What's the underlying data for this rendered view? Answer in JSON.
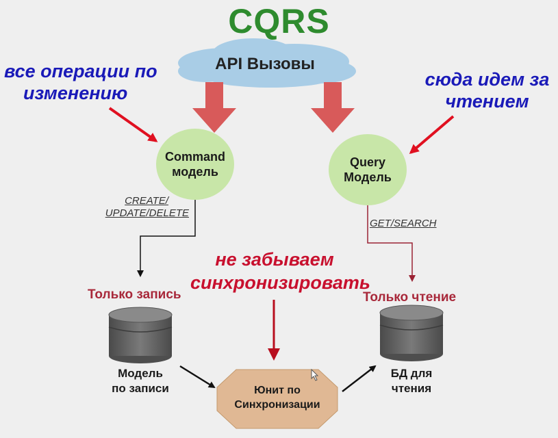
{
  "title": "CQRS",
  "api_cloud": "API Вызовы",
  "left_note": [
    "все операции по",
    "изменению"
  ],
  "right_note": [
    "сюда идем за",
    "чтением"
  ],
  "command_node": [
    "Command",
    "модель"
  ],
  "query_node": [
    "Query",
    "Модель"
  ],
  "command_ops": [
    "CREATE/",
    "UPDATE/DELETE"
  ],
  "query_ops": "GET/SEARCH",
  "sync_note": [
    "не забываем",
    "синхронизировать"
  ],
  "write_db": {
    "caption": "Только запись",
    "label": [
      "Модель",
      "по записи"
    ]
  },
  "read_db": {
    "caption": "Только чтение",
    "label": [
      "БД для",
      "чтения"
    ]
  },
  "sync_unit": [
    "Юнит по",
    "Синхронизации"
  ],
  "colors": {
    "title": "#2e8b2e",
    "cloud": "#a9cde6",
    "big_arrow": "#d85a5a",
    "node_fill": "#c8e6a8",
    "note_blue": "#1a1ab8",
    "note_red": "#c8102e",
    "db_caption": "#a8283a",
    "db_fill": "#6e6e6e",
    "sync_fill": "#e0b894"
  }
}
